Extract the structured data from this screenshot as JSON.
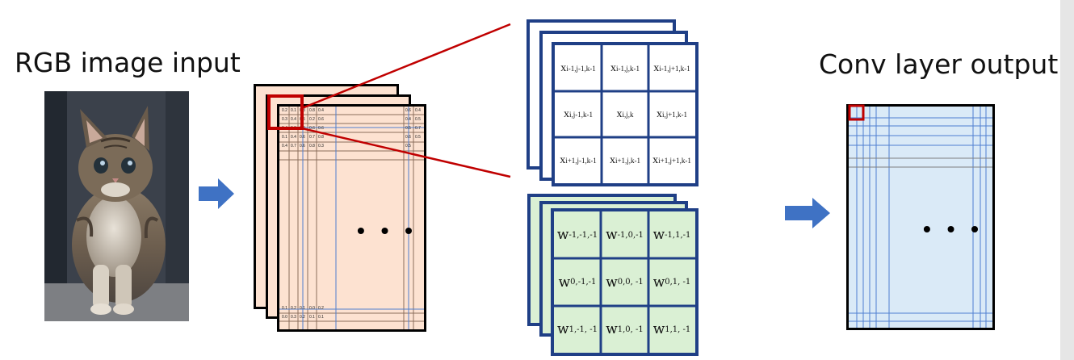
{
  "labels": {
    "input_title": "RGB image input",
    "output_title": "Conv layer output",
    "ellipsis": "• • •"
  },
  "input_values": {
    "top_rows": [
      [
        "0.2",
        "0.1",
        "0.3",
        "0.8",
        "0.4"
      ],
      [
        "0.3",
        "0.4",
        "0.5",
        "0.2",
        "0.6"
      ],
      [
        "0.4",
        "0.3",
        "0.6",
        "0.6",
        "0.6"
      ],
      [
        "0.1",
        "0.4",
        "0.6",
        "0.7",
        "0.8"
      ],
      [
        "0.4",
        "0.7",
        "0.6",
        "0.8",
        "0.3"
      ]
    ],
    "right_cols": [
      [
        "0.6",
        "0.4"
      ],
      [
        "0.4",
        "0.5"
      ],
      [
        "0.5",
        "0.7"
      ],
      [
        "0.6",
        "0.5"
      ],
      [
        "0.5",
        ""
      ]
    ],
    "bottom_rows": [
      [
        "0.1",
        "0.2",
        "0.1",
        "0.0",
        "0.2"
      ],
      [
        "0.0",
        "0.3",
        "0.2",
        "0.1",
        "0.1"
      ]
    ]
  },
  "x_patch": [
    [
      {
        "v": "x",
        "s": "i-1,j-1,k-1"
      },
      {
        "v": "x",
        "s": "i-1,j,k-1"
      },
      {
        "v": "x",
        "s": "i-1,j+1,k-1"
      }
    ],
    [
      {
        "v": "x",
        "s": "i,j-1,k-1"
      },
      {
        "v": "x",
        "s": "i,j,k"
      },
      {
        "v": "x",
        "s": "i,j+1,k-1"
      }
    ],
    [
      {
        "v": "x",
        "s": "i+1,j-1,k-1"
      },
      {
        "v": "x",
        "s": "i+1,j,k-1"
      },
      {
        "v": "x",
        "s": "i+1,j+1,k-1"
      }
    ]
  ],
  "w_kernel": [
    [
      {
        "v": "w",
        "s": "-1,-1,-1"
      },
      {
        "v": "w",
        "s": "-1,0,-1"
      },
      {
        "v": "w",
        "s": "-1,1,-1"
      }
    ],
    [
      {
        "v": "w",
        "s": "0,-1,-1"
      },
      {
        "v": "w",
        "s": "0,0, -1"
      },
      {
        "v": "w",
        "s": "0,1, -1"
      }
    ],
    [
      {
        "v": "w",
        "s": "1,-1, -1"
      },
      {
        "v": "w",
        "s": "1,0, -1"
      },
      {
        "v": "w",
        "s": "1,1, -1"
      }
    ]
  ],
  "colors": {
    "arrow": "#3f72c4",
    "highlight": "#c00000",
    "input_fill": "#fde2d1",
    "kernel_fill": "#daf0d4",
    "kernel_border": "#1f3f86",
    "output_fill": "#daeaf7"
  },
  "icons": [
    "right-arrow-icon",
    "right-arrow-icon"
  ]
}
